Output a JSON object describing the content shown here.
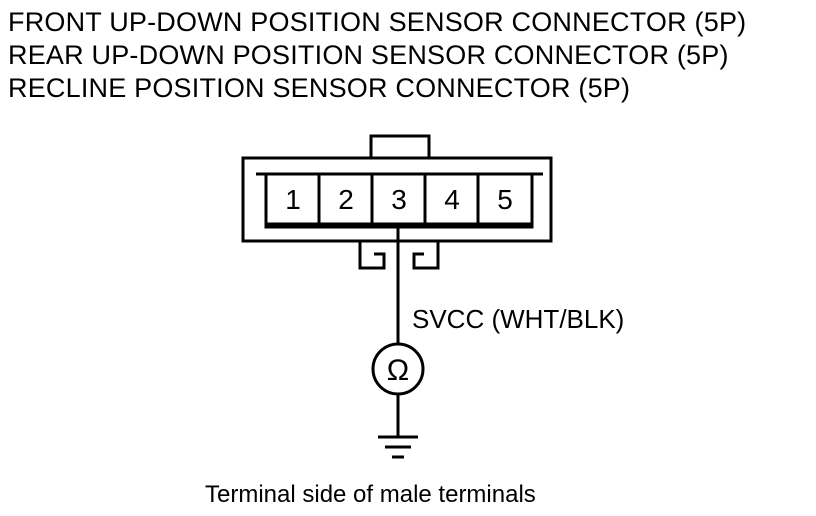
{
  "titles": [
    "FRONT UP-DOWN POSITION SENSOR CONNECTOR (5P)",
    "REAR UP-DOWN POSITION SENSOR CONNECTOR (5P)",
    "RECLINE POSITION SENSOR CONNECTOR (5P)"
  ],
  "connector": {
    "terminals": [
      "1",
      "2",
      "3",
      "4",
      "5"
    ],
    "probed_terminal": "3"
  },
  "wire": {
    "label": "SVCC (WHT/BLK)"
  },
  "meter": {
    "symbol": "Ω"
  },
  "caption": "Terminal side of male terminals"
}
